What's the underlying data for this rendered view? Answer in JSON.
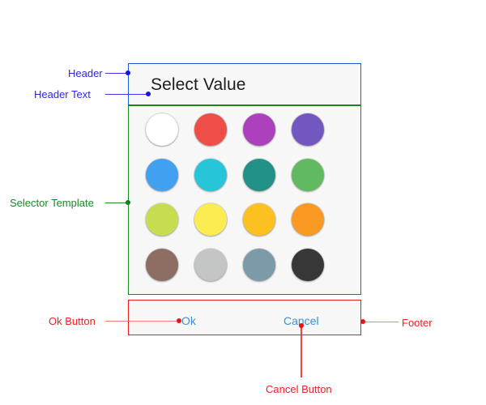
{
  "dialog": {
    "header": {
      "title": "Select Value"
    },
    "selector": {
      "rows": [
        [
          {
            "name": "white",
            "hex": "#ffffff"
          },
          {
            "name": "red",
            "hex": "#ef4d47"
          },
          {
            "name": "magenta",
            "hex": "#ac40bd"
          },
          {
            "name": "deep-purple",
            "hex": "#7357c0"
          }
        ],
        [
          {
            "name": "blue",
            "hex": "#42a0f0"
          },
          {
            "name": "cyan",
            "hex": "#26c6d8"
          },
          {
            "name": "teal",
            "hex": "#219185"
          },
          {
            "name": "green",
            "hex": "#61b961"
          }
        ],
        [
          {
            "name": "lime",
            "hex": "#c8dc52"
          },
          {
            "name": "yellow",
            "hex": "#fbec52"
          },
          {
            "name": "amber",
            "hex": "#fcc020"
          },
          {
            "name": "orange",
            "hex": "#fb9a23"
          }
        ],
        [
          {
            "name": "brown",
            "hex": "#8d6e62"
          },
          {
            "name": "grey",
            "hex": "#c3c6c4"
          },
          {
            "name": "blue-grey",
            "hex": "#7d9aa8"
          },
          {
            "name": "near-black",
            "hex": "#373737"
          }
        ]
      ]
    },
    "footer": {
      "ok_label": "Ok",
      "cancel_label": "Cancel"
    }
  },
  "annotations": {
    "header": "Header",
    "header_text": "Header Text",
    "selector_template": "Selector Template",
    "ok_button": "Ok Button",
    "cancel_button": "Cancel Button",
    "footer": "Footer"
  },
  "colors": {
    "annotation_blue": "#2828e8",
    "annotation_green": "#1a8a27",
    "annotation_red": "#f32020",
    "header_border": "#1a5ce0",
    "selector_border": "#188a23",
    "footer_border": "#ef1b1b",
    "button_text": "#3b8fd4",
    "panel_background": "#f7f7f7"
  }
}
